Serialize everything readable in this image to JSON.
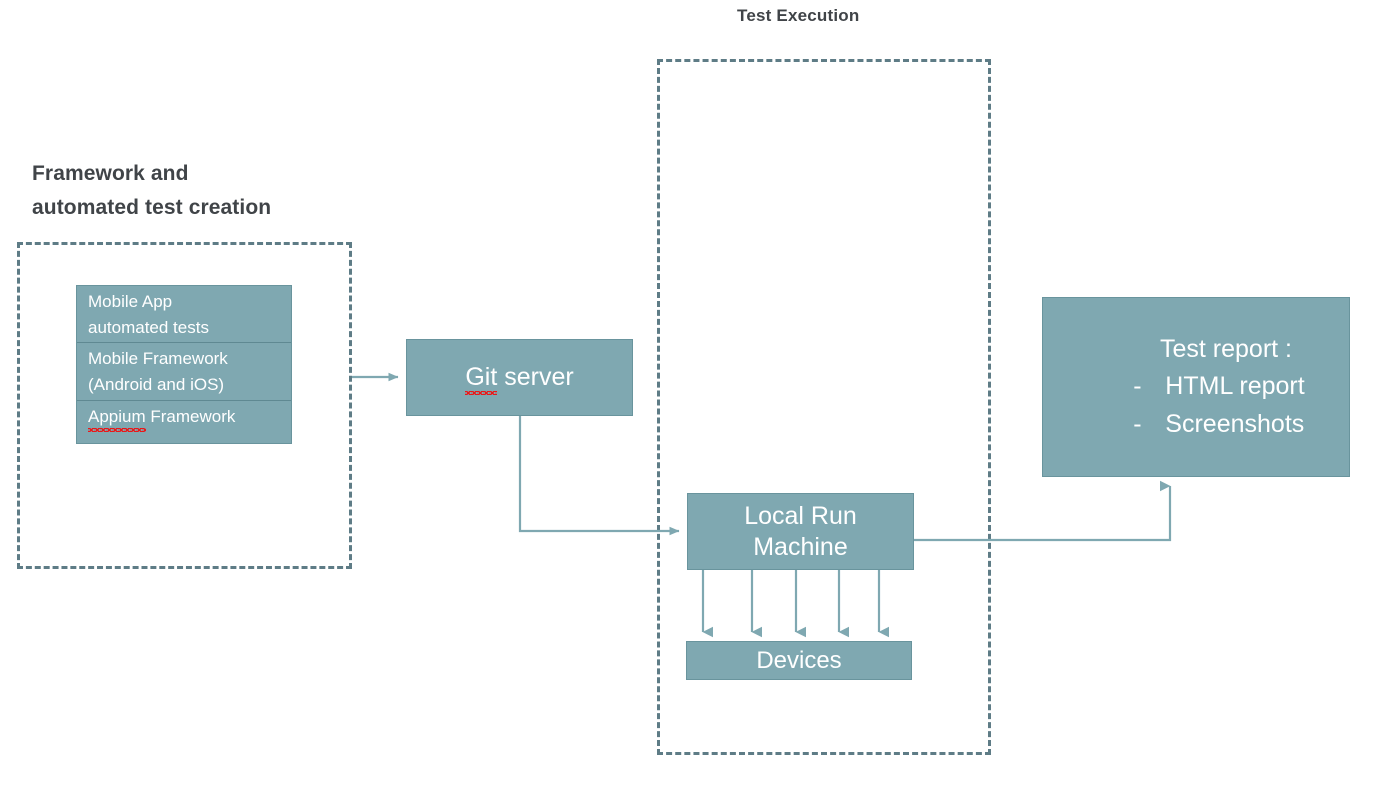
{
  "diagram": {
    "title_left": "Framework and\nautomated test creation",
    "title_right": "Test Execution",
    "colors": {
      "node_fill": "#7FA8B1",
      "node_border": "#69949D",
      "dashed_border": "#5E7C86",
      "connector": "#7FA8B1",
      "title_text": "#404448",
      "node_text": "#FFFFFF",
      "spellcheck_underline": "#F01010"
    },
    "groups": [
      {
        "name": "framework-and-automated-test-creation",
        "label": "Framework and\nautomated test creation"
      },
      {
        "name": "test-execution",
        "label": "Test Execution"
      }
    ],
    "stack": {
      "rows": [
        {
          "label": "Mobile App\nautomated tests"
        },
        {
          "label": "Mobile Framework\n(Android and iOS)"
        },
        {
          "misspelled": "Appium",
          "rest": "  Framework"
        }
      ]
    },
    "nodes": {
      "git_server": {
        "misspelled": "Git",
        "rest": " server"
      },
      "local_run_machine": "Local Run\nMachine",
      "devices": "Devices",
      "test_report": {
        "title": "Test report :",
        "items": [
          {
            "dash": "-",
            "label": "HTML report"
          },
          {
            "dash": "-",
            "label": "Screenshots"
          }
        ]
      }
    },
    "connectors": [
      {
        "name": "stack-to-git-server",
        "from": "framework-group",
        "to": "git-server"
      },
      {
        "name": "git-server-to-local-run-machine",
        "from": "git-server",
        "to": "local-run-machine"
      },
      {
        "name": "local-run-machine-to-test-report",
        "from": "local-run-machine",
        "to": "test-report"
      },
      {
        "name": "local-run-machine-to-devices-1",
        "from": "local-run-machine",
        "to": "devices"
      },
      {
        "name": "local-run-machine-to-devices-2",
        "from": "local-run-machine",
        "to": "devices"
      },
      {
        "name": "local-run-machine-to-devices-3",
        "from": "local-run-machine",
        "to": "devices"
      },
      {
        "name": "local-run-machine-to-devices-4",
        "from": "local-run-machine",
        "to": "devices"
      },
      {
        "name": "local-run-machine-to-devices-5",
        "from": "local-run-machine",
        "to": "devices"
      }
    ]
  }
}
